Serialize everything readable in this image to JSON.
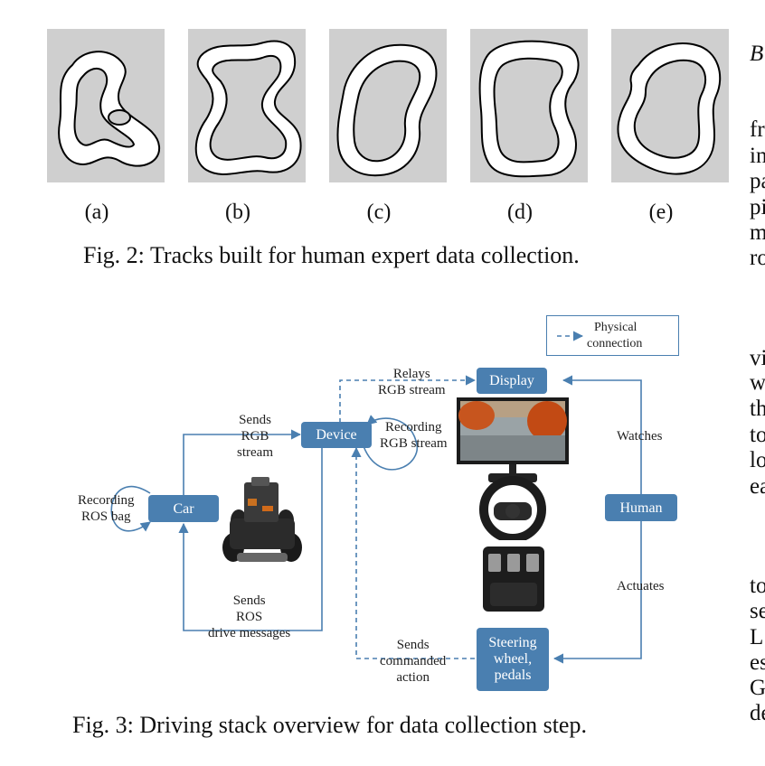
{
  "fig2": {
    "subcaptions": [
      "(a)",
      "(b)",
      "(c)",
      "(d)",
      "(e)"
    ],
    "caption": "Fig. 2: Tracks built for human expert data collection."
  },
  "fig3": {
    "legend": {
      "line1": "Physical",
      "line2": "connection"
    },
    "nodes": {
      "car": "Car",
      "device": "Device",
      "display": "Display",
      "human": "Human",
      "steering": [
        "Steering",
        "wheel,",
        "pedals"
      ]
    },
    "edges": {
      "recording_ros_bag": [
        "Recording",
        "ROS bag"
      ],
      "sends_rgb_stream": [
        "Sends",
        "RGB",
        "stream"
      ],
      "relays_rgb_stream": [
        "Relays",
        "RGB stream"
      ],
      "recording_rgb_stream": [
        "Recording",
        "RGB stream"
      ],
      "watches": "Watches",
      "actuates": "Actuates",
      "sends_ros_drive": [
        "Sends",
        "ROS",
        "drive messages"
      ],
      "sends_commanded_action": [
        "Sends",
        "commanded",
        "action"
      ]
    },
    "caption": "Fig. 3: Driving stack overview for data collection step."
  },
  "right_column": {
    "line_starts": [
      "B",
      "fr",
      "in",
      "pa",
      "pi",
      "m",
      "ro",
      "vi",
      "w",
      "th",
      "to",
      "lo",
      "ea",
      "to",
      "se",
      "L",
      "es",
      "G",
      "de"
    ]
  }
}
